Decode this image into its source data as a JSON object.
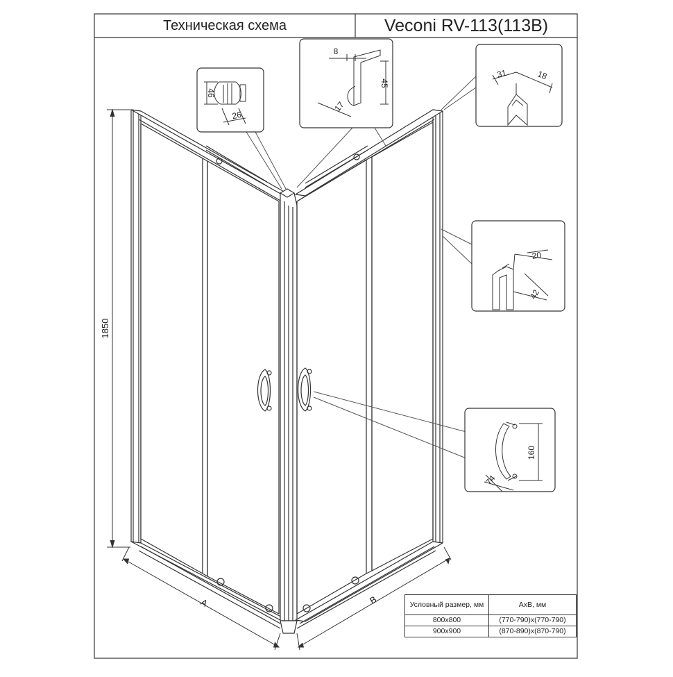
{
  "header": {
    "title": "Техническая схема",
    "model": "Veconi RV-113(113B)"
  },
  "dimensions": {
    "height": "1850",
    "side_a": "A",
    "side_b": "B"
  },
  "callouts": {
    "roller": {
      "height": "46",
      "width": "26"
    },
    "top_profile": {
      "thickness": "8",
      "depth": "45",
      "width": "17"
    },
    "corner_profile": {
      "left": "31",
      "right": "18"
    },
    "wall_profile": {
      "width": "20",
      "depth": "42"
    },
    "handle": {
      "height": "160",
      "depth": "74"
    }
  },
  "spec_table": {
    "headers": [
      "Условный размер, мм",
      "АхВ, мм"
    ],
    "rows": [
      [
        "800х800",
        "(770-790)х(770-790)"
      ],
      [
        "900х900",
        "(870-890)х(870-790)"
      ]
    ]
  }
}
